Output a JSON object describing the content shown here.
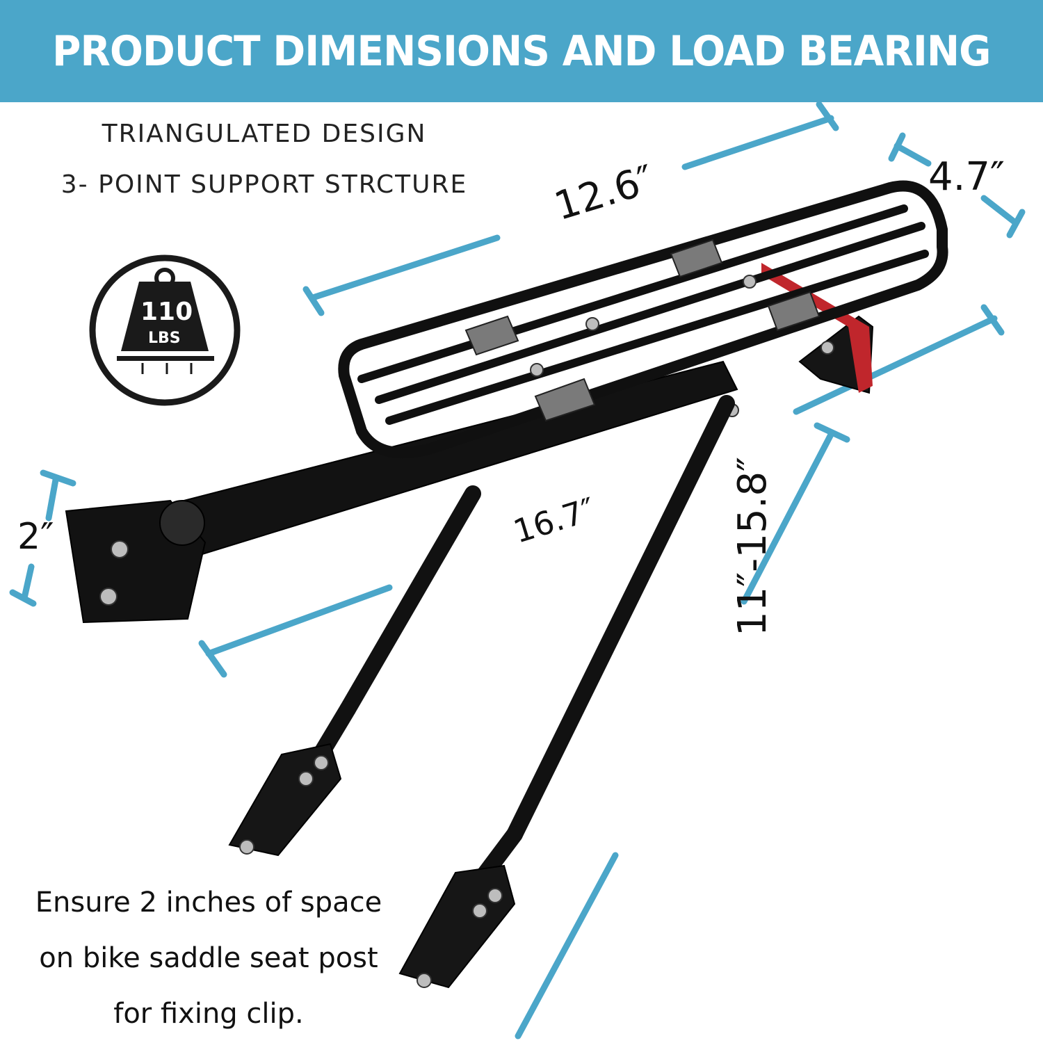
{
  "banner": {
    "title": "PRODUCT DIMENSIONS AND LOAD BEARING"
  },
  "features": {
    "line1": "TRIANGULATED DESIGN",
    "line2": "3- POINT SUPPORT STRCTURE"
  },
  "load_badge": {
    "value": "110",
    "unit": "LBS",
    "icon": "weight-icon"
  },
  "dimensions": {
    "length_top": "12.6″",
    "width_top": "4.7″",
    "overall_length": "16.7″",
    "tube_height": "2″",
    "leg_length": "11″-15.8″"
  },
  "note": {
    "line1": "Ensure 2 inches of space",
    "line2": "on bike saddle seat post",
    "line3": "for fixing clip."
  },
  "colors": {
    "accent": "#4ba6c9",
    "product": "#111111"
  }
}
